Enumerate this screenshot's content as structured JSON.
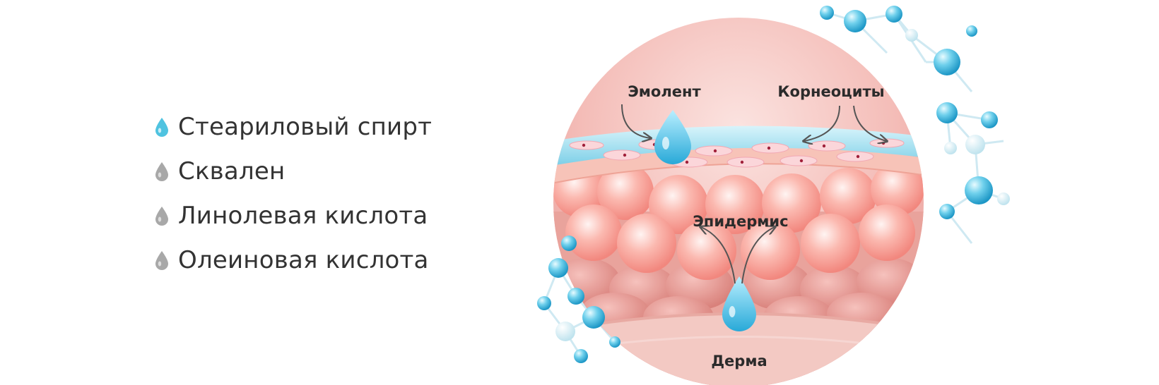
{
  "ingredients": [
    {
      "label": "Стеариловый спирт",
      "icon": "water-drop-icon",
      "color": "#4fc3e0"
    },
    {
      "label": "Сквален",
      "icon": "water-drop-icon",
      "color": "#a8a8a8"
    },
    {
      "label": "Линолевая кислота",
      "icon": "water-drop-icon",
      "color": "#a8a8a8"
    },
    {
      "label": "Олеиновая кислота",
      "icon": "water-drop-icon",
      "color": "#a8a8a8"
    }
  ],
  "diagram": {
    "labels": {
      "emollient": "Эмолент",
      "corneocytes": "Корнеоциты",
      "epidermis": "Эпидермис",
      "dermis": "Дерма"
    },
    "colors": {
      "skin": "#f4b8b0",
      "cell": "#f9a9a0",
      "lipid_layer": "#8fd6ea",
      "molecule": "#3cb4dc"
    }
  }
}
